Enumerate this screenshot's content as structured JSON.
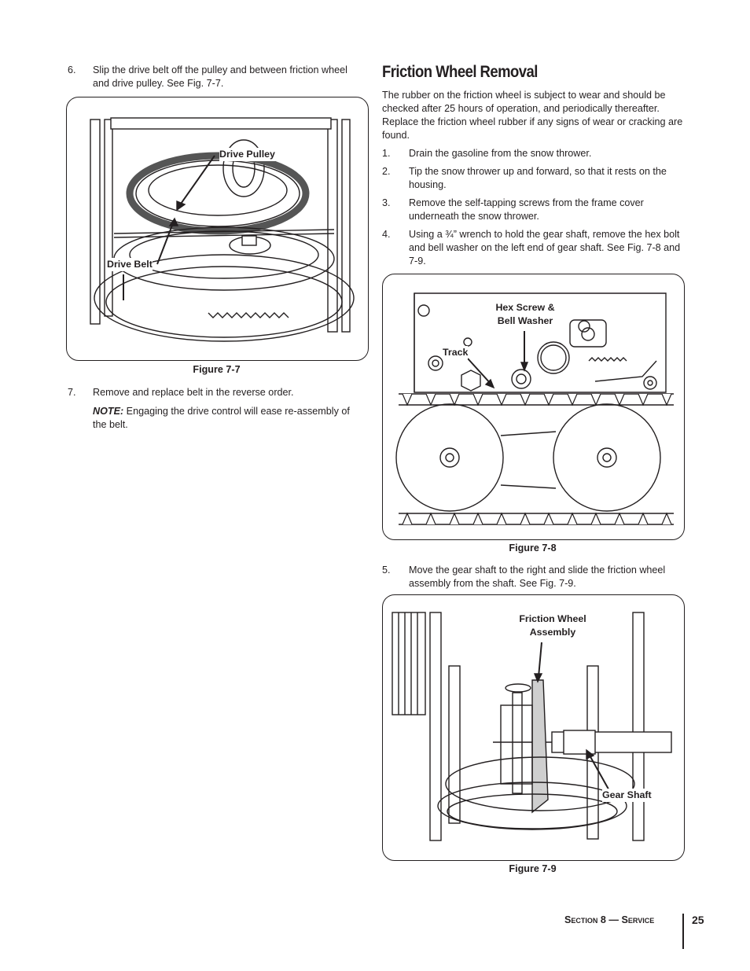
{
  "left": {
    "step6": {
      "num": "6.",
      "text": "Slip the drive belt off the pulley and between friction wheel and drive pulley. See Fig. 7-7."
    },
    "figure77": {
      "caption": "Figure 7-7",
      "callout_pulley": "Drive Pulley",
      "callout_belt": "Drive Belt"
    },
    "step7": {
      "num": "7.",
      "text": "Remove and replace belt in the reverse order."
    },
    "note": {
      "label": "NOTE:",
      "text": " Engaging the drive control will ease re-assembly of the belt."
    }
  },
  "right": {
    "heading": "Friction Wheel Removal",
    "intro": "The rubber on the friction wheel is subject to wear and should be checked after 25 hours of operation, and periodically thereafter. Replace the friction wheel rubber if any signs of wear or cracking are found.",
    "steps": [
      {
        "num": "1.",
        "text": "Drain the gasoline from the snow thrower."
      },
      {
        "num": "2.",
        "text": "Tip the snow thrower up and forward, so that it rests on the housing."
      },
      {
        "num": "3.",
        "text": "Remove the self-tapping screws from the frame cover underneath the snow thrower."
      },
      {
        "num": "4.",
        "text": "Using a ¾” wrench to hold the gear shaft, remove the hex bolt and bell washer on the left end of gear shaft. See Fig. 7-8 and 7-9."
      }
    ],
    "figure78": {
      "caption": "Figure 7-8",
      "callout_hex": "Hex Screw & Bell Washer",
      "callout_track": "Track"
    },
    "step5": {
      "num": "5.",
      "text": "Move the gear shaft to the right and slide the friction wheel assembly from the shaft. See Fig. 7-9."
    },
    "figure79": {
      "caption": "Figure 7-9",
      "callout_fw": "Friction Wheel Assembly",
      "callout_gs": "Gear Shaft"
    }
  },
  "footer": {
    "section": "Section 8 — Service",
    "page": "25"
  }
}
